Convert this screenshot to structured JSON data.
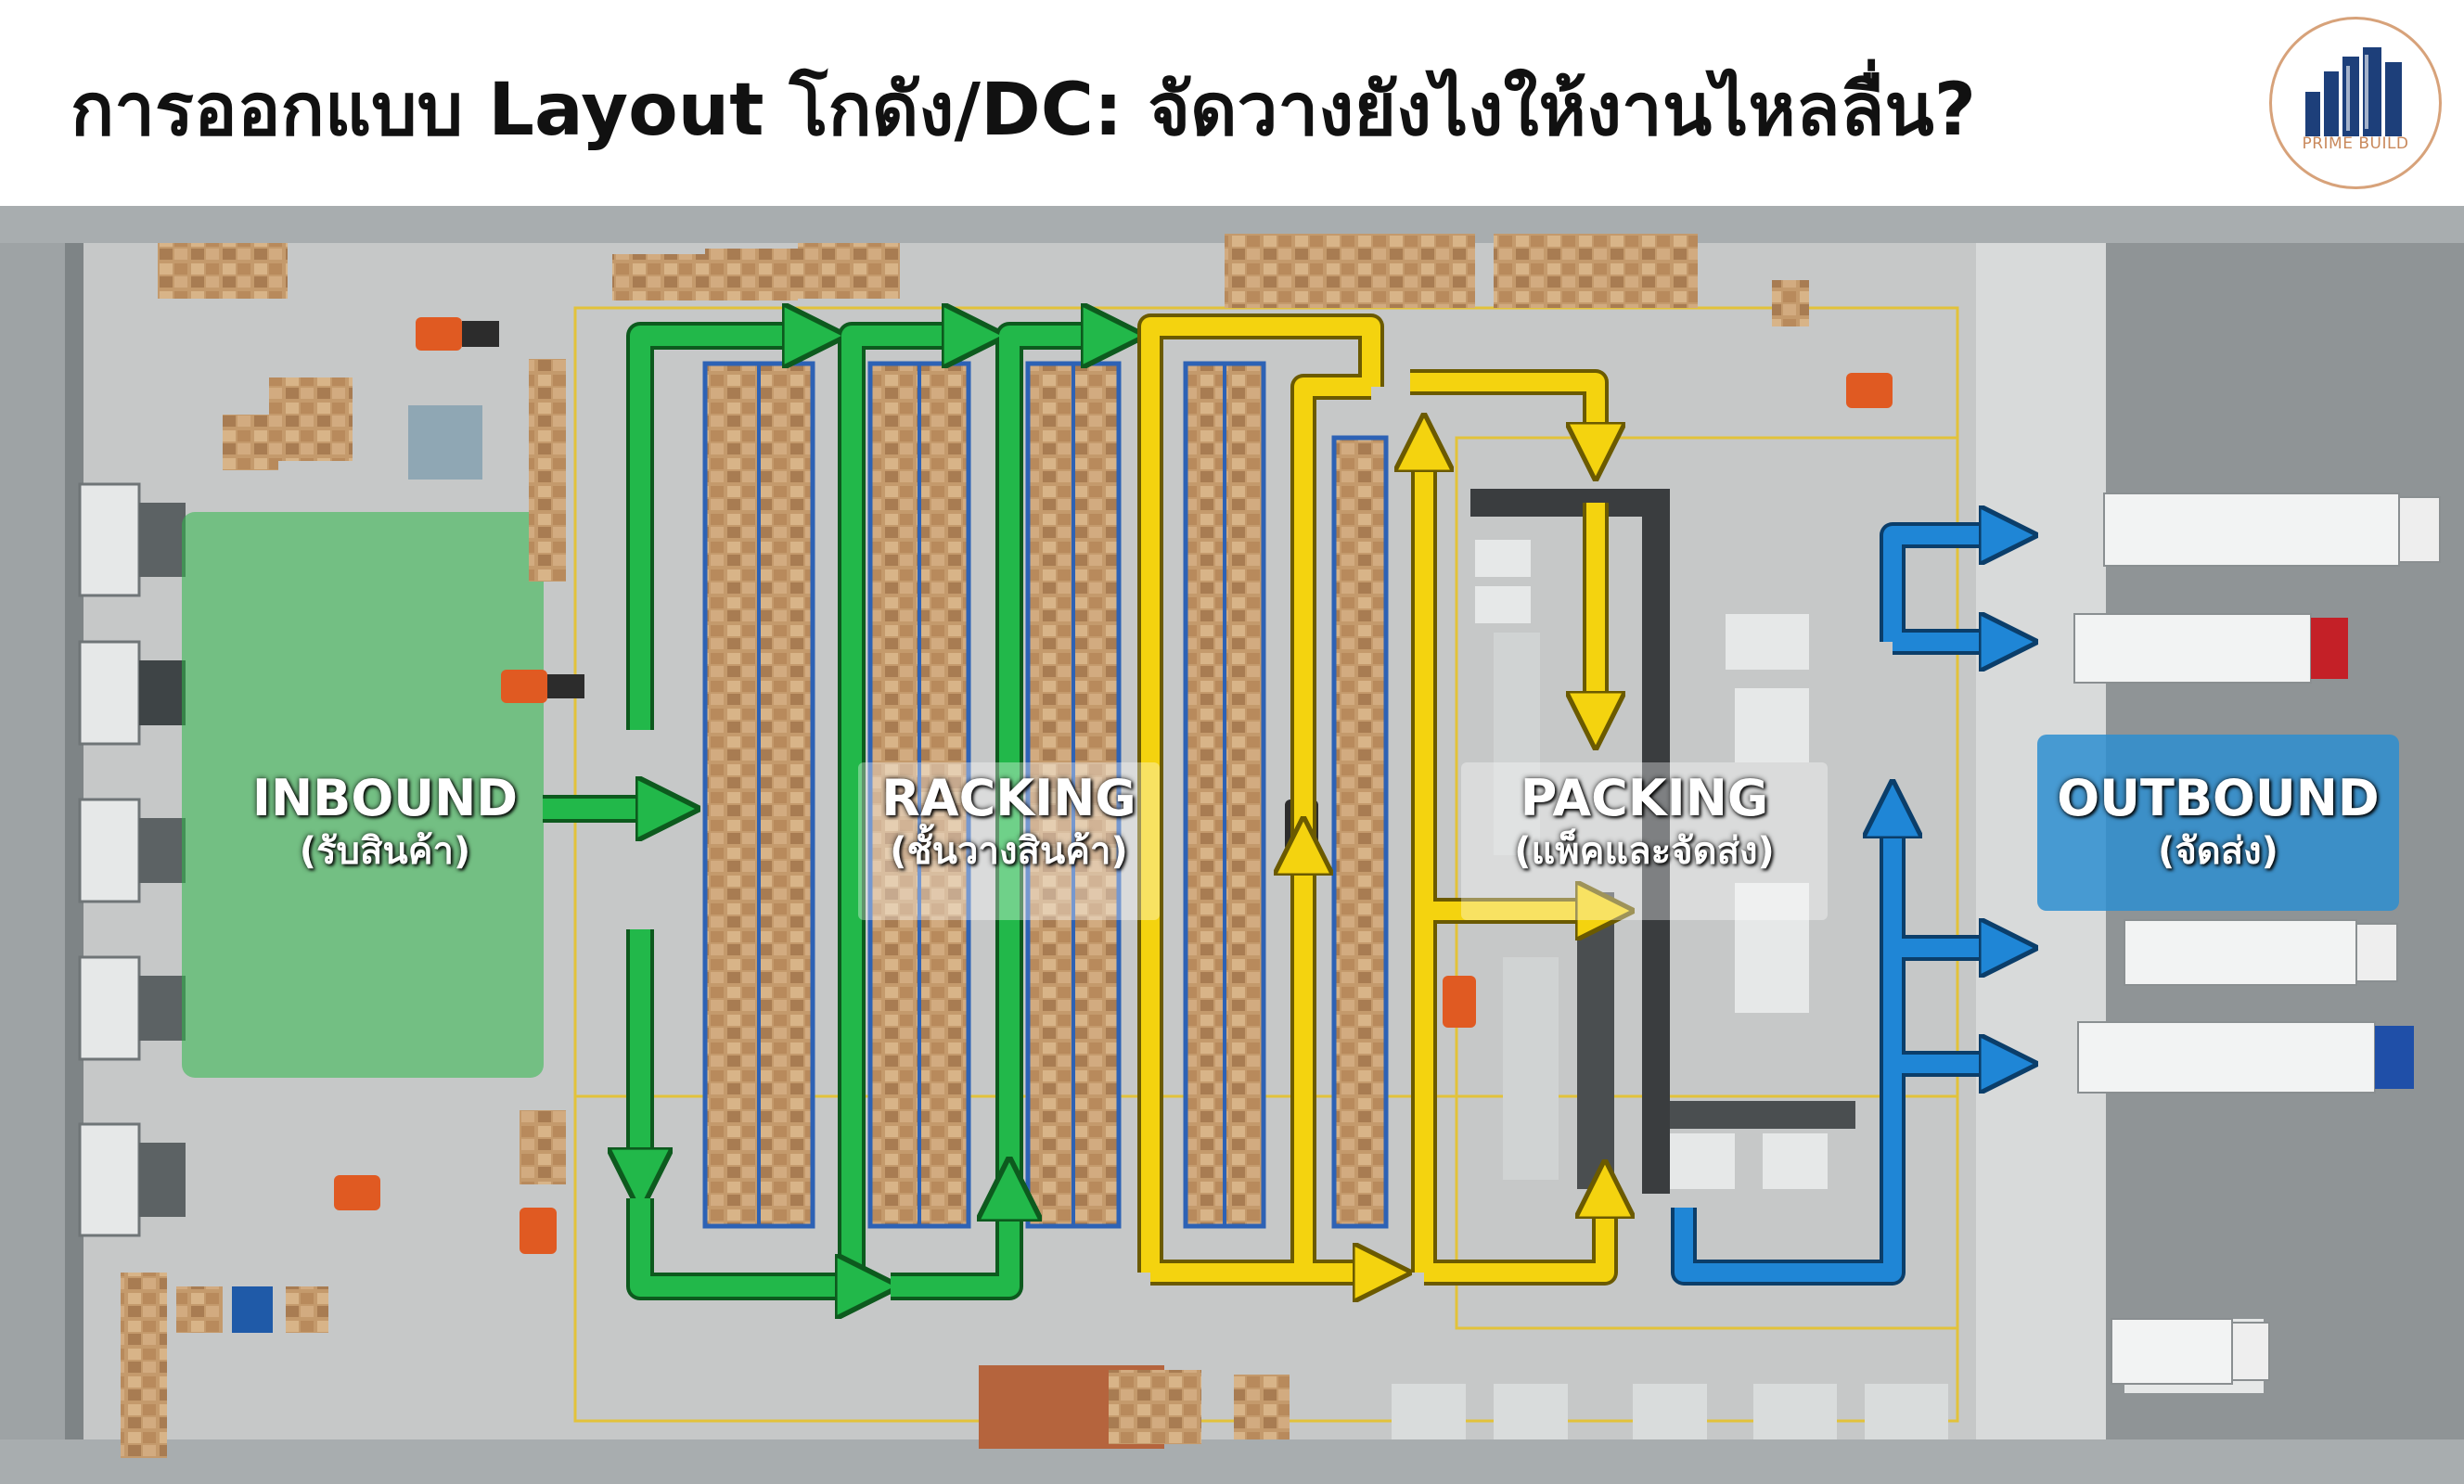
{
  "header": {
    "title": "การออกแบบ Layout โกดัง/DC: จัดวางยังไงให้งานไหลลื่น?",
    "logo_text": "PRIME BUILD"
  },
  "zones": {
    "inbound": {
      "name": "INBOUND",
      "sub": "(รับสินค้า)",
      "color": "#2fb84a"
    },
    "racking": {
      "name": "RACKING",
      "sub": "(ชั้นวางสินค้า)",
      "color": "#e9ecec"
    },
    "packing": {
      "name": "PACKING",
      "sub": "(แพ็คและจัดส่ง)",
      "color": "#e9ecec"
    },
    "outbound": {
      "name": "OUTBOUND",
      "sub": "(จัดส่ง)",
      "color": "#2e8ed0"
    }
  },
  "flow_colors": {
    "inbound_racking": "#22b84a",
    "racking_packing": "#f4d30f",
    "packing_outbound": "#1f86d6"
  },
  "icons": [
    "warehouse-logo-icon",
    "forklift-icon",
    "truck-icon",
    "pallet-icon",
    "rack-icon",
    "conveyor-icon"
  ]
}
